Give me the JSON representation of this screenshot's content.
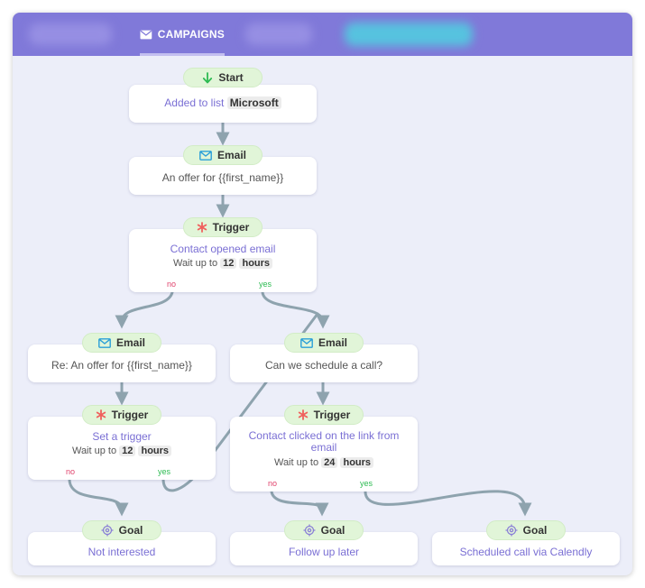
{
  "header": {
    "active_tab": "CAMPAIGNS",
    "tab_icon": "envelope-icon",
    "tab_color": "#8079d9",
    "tab_text_color": "#ffffff"
  },
  "flow": {
    "start": {
      "pill": "Start",
      "pre": "Added to list",
      "keyword": "Microsoft"
    },
    "email1": {
      "pill": "Email",
      "text": "An offer for {{first_name}}"
    },
    "trigger1": {
      "pill": "Trigger",
      "title": "Contact opened email",
      "wait_pre": "Wait up to",
      "wait_num": "12",
      "wait_unit": "hours",
      "no": "no",
      "yes": "yes"
    },
    "email2": {
      "pill": "Email",
      "text": "Re: An offer for {{first_name}}"
    },
    "email3": {
      "pill": "Email",
      "text": "Can we schedule a call?"
    },
    "trigger2": {
      "pill": "Trigger",
      "title": "Set a trigger",
      "wait_pre": "Wait up to",
      "wait_num": "12",
      "wait_unit": "hours",
      "no": "no",
      "yes": "yes"
    },
    "trigger3": {
      "pill": "Trigger",
      "title": "Contact clicked on the link from email",
      "wait_pre": "Wait up to",
      "wait_num": "24",
      "wait_unit": "hours",
      "no": "no",
      "yes": "yes"
    },
    "goal1": {
      "pill": "Goal",
      "text": "Not interested"
    },
    "goal2": {
      "pill": "Goal",
      "text": "Follow up later"
    },
    "goal3": {
      "pill": "Goal",
      "text": "Scheduled call via Calendly"
    }
  },
  "colors": {
    "background": "#eceef9",
    "connector": "#8ea3ae",
    "pill_bg": "#e1f5d8",
    "accent_text": "#7a6fd4",
    "no_label": "#e0426c",
    "yes_label": "#2dbb52",
    "start_icon": "#2dbb52",
    "email_icon": "#2a9fd8",
    "trigger_icon": "#f0605d",
    "goal_icon": "#8a80d6"
  }
}
